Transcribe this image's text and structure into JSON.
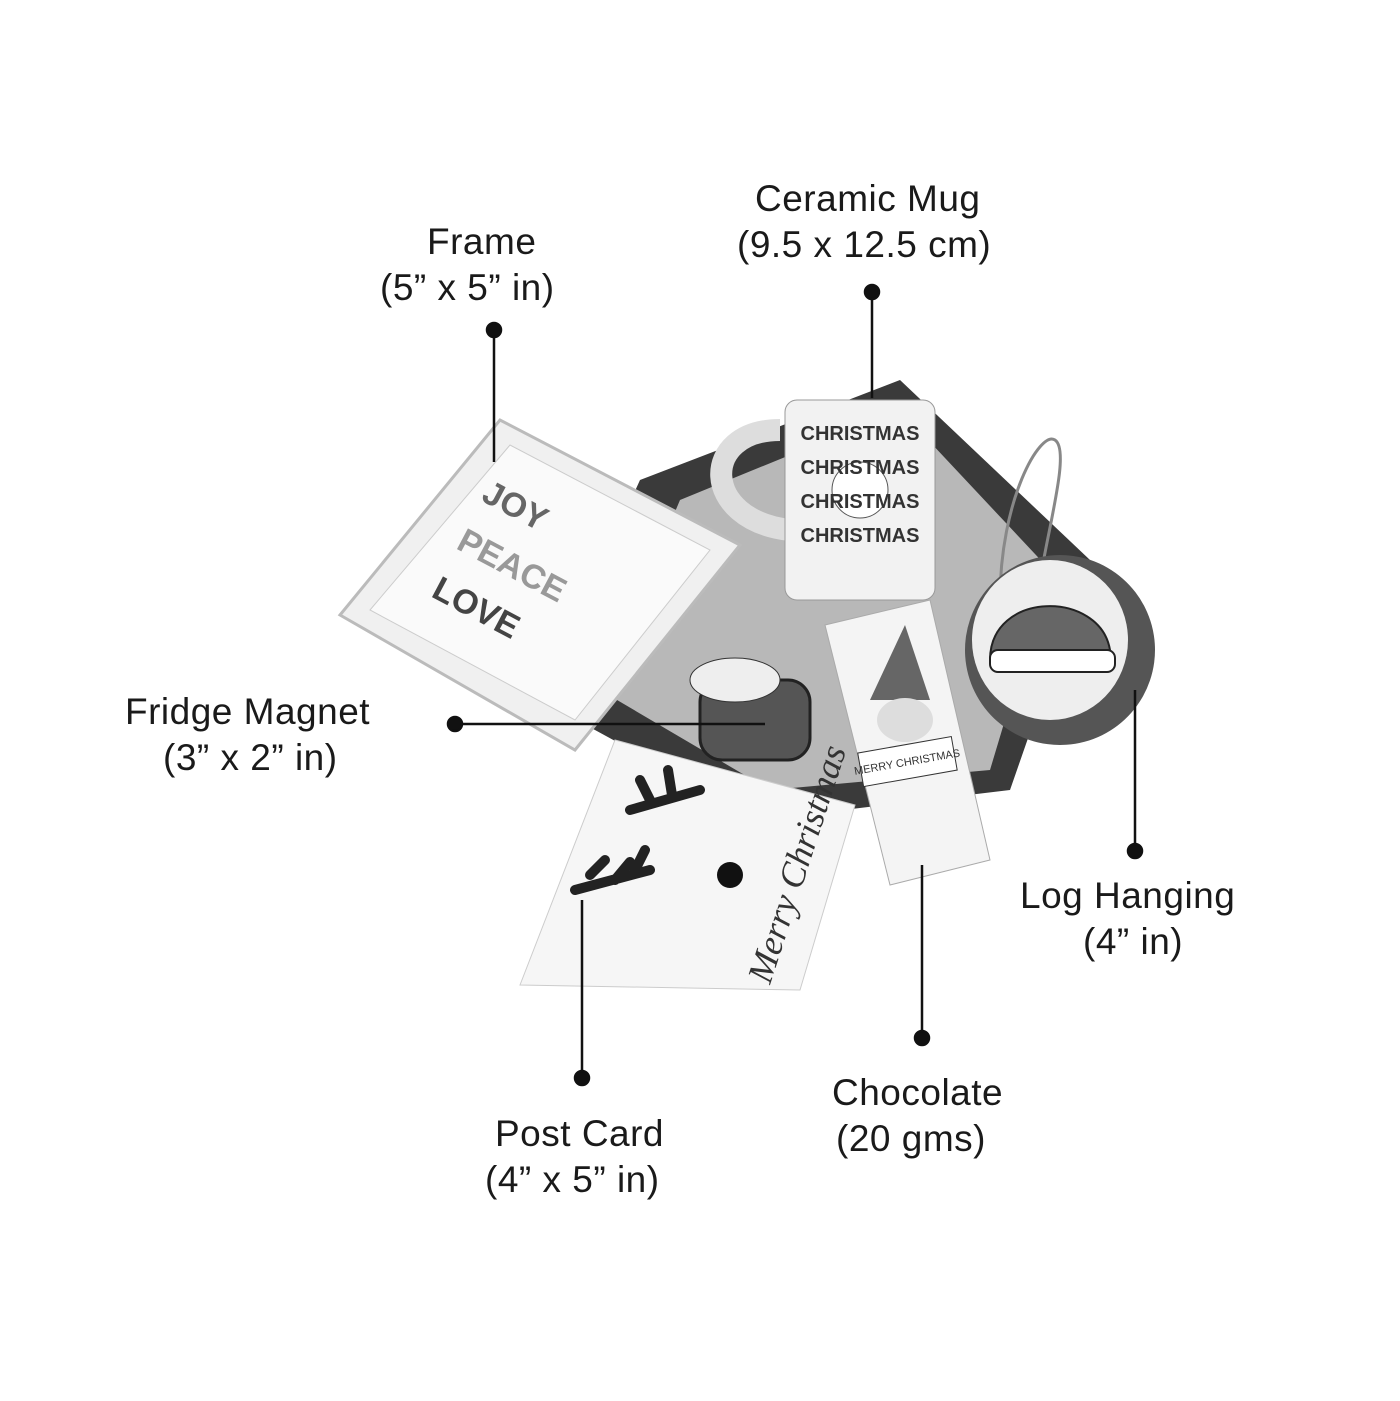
{
  "labels": {
    "frame": {
      "name": "Frame",
      "size": "(5” x 5” in)"
    },
    "mug": {
      "name": "Ceramic Mug",
      "size": "(9.5 x 12.5 cm)"
    },
    "magnet": {
      "name": "Fridge Magnet",
      "size": "(3” x 2” in)"
    },
    "log": {
      "name": "Log Hanging",
      "size": "(4” in)"
    },
    "chocolate": {
      "name": "Chocolate",
      "size": "(20 gms)"
    },
    "postcard": {
      "name": "Post Card",
      "size": "(4” x 5” in)"
    }
  },
  "product_text": {
    "frame_words": [
      "JOY",
      "PEACE",
      "LOVE"
    ],
    "mug_word": "CHRISTMAS",
    "gnome_sign": "MERRY CHRISTMAS",
    "card_script": "Merry Christmas"
  }
}
